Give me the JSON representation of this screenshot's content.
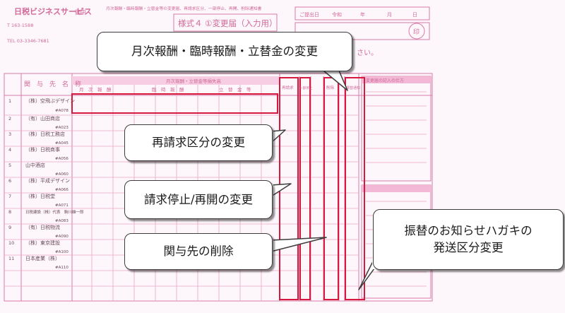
{
  "form": {
    "company": "日税ビジネスサービス",
    "header_tag": "御中",
    "tel1": "T 163-1588",
    "tel2": "TEL 03-3346-7681",
    "header_red": "月次報酬・臨時報酬・立替金等の変更届、再請求区分、一部停止、再開、削除通知書",
    "form_title": "様式４ ①変更届（入力用）",
    "seal_mark": "印",
    "instruction_fragment": "さい。",
    "date_label": "ご提出日",
    "era": "令和",
    "year": "年",
    "month": "月",
    "day": "日",
    "col_client": "関　与　先　名　称",
    "col_monthly": "月　次　報　酬",
    "col_rinji": "臨　時　報　酬",
    "col_tatekae": "立　替　金　等",
    "col_group": "月次報酬・立替金等損失高",
    "col_saiseikyu": "再請求",
    "col_teishi": "一部停止",
    "col_sakujo": "削除",
    "col_hagaki": "振替通知",
    "side_title": "変更届の記入の仕方",
    "clients": [
      {
        "no": "1",
        "name": "（株）空飛ぶデザイン",
        "code": "#A078"
      },
      {
        "no": "2",
        "name": "（有）山田商店",
        "code": "#A023"
      },
      {
        "no": "3",
        "name": "（株）日税工務店",
        "code": "#A045"
      },
      {
        "no": "4",
        "name": "（株）日税商事",
        "code": "#A056"
      },
      {
        "no": "5",
        "name": "山中酒店",
        "code": "#A060"
      },
      {
        "no": "6",
        "name": "（株）平成デザイン",
        "code": "#A066"
      },
      {
        "no": "7",
        "name": "（株）日税堂",
        "code": "#A071"
      },
      {
        "no": "8",
        "name": "日税建設（株）代表　駒川雄一郎",
        "code": "#A083"
      },
      {
        "no": "9",
        "name": "（有）日税物流",
        "code": "#A090"
      },
      {
        "no": "10",
        "name": "（株）東京建設",
        "code": "#A100"
      },
      {
        "no": "11",
        "name": "日本産業（株）",
        "code": "#A110"
      }
    ]
  },
  "callouts": {
    "monthly_change": "月次報酬・臨時報酬・立替金の変更",
    "rebill_change": "再請求区分の変更",
    "stop_resume_change": "請求停止/再開の変更",
    "client_delete": "関与先の削除",
    "postcard_line1": "振替のお知らせハガキの",
    "postcard_line2": "発送区分変更"
  }
}
